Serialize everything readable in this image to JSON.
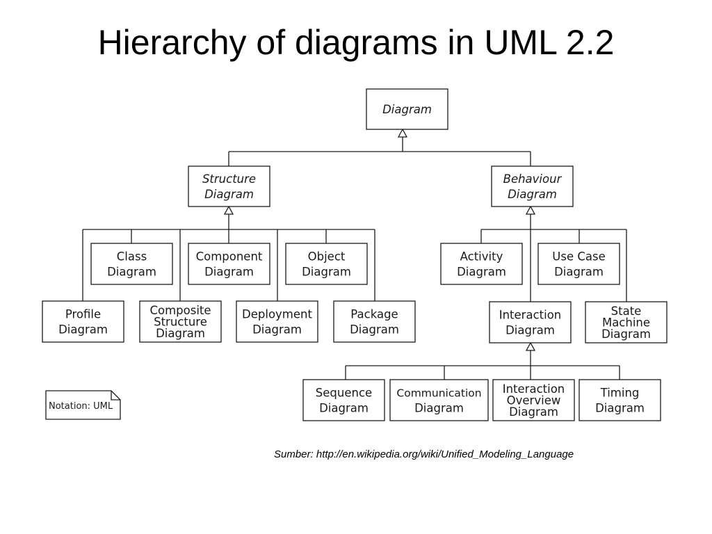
{
  "title": "Hierarchy of diagrams in UML 2.2",
  "source": "Sumber: http://en.wikipedia.org/wiki/Unified_Modeling_Language",
  "note": "Notation: UML",
  "nodes": {
    "diagram": [
      "Diagram"
    ],
    "structure": [
      "Structure",
      "Diagram"
    ],
    "behaviour": [
      "Behaviour",
      "Diagram"
    ],
    "class": [
      "Class",
      "Diagram"
    ],
    "component": [
      "Component",
      "Diagram"
    ],
    "object": [
      "Object",
      "Diagram"
    ],
    "profile": [
      "Profile",
      "Diagram"
    ],
    "composite": [
      "Composite",
      "Structure",
      "Diagram"
    ],
    "deployment": [
      "Deployment",
      "Diagram"
    ],
    "package": [
      "Package",
      "Diagram"
    ],
    "activity": [
      "Activity",
      "Diagram"
    ],
    "usecase": [
      "Use Case",
      "Diagram"
    ],
    "interaction": [
      "Interaction",
      "Diagram"
    ],
    "statemachine": [
      "State",
      "Machine",
      "Diagram"
    ],
    "sequence": [
      "Sequence",
      "Diagram"
    ],
    "communication": [
      "Communication",
      "Diagram"
    ],
    "interactionoverview": [
      "Interaction",
      "Overview",
      "Diagram"
    ],
    "timing": [
      "Timing",
      "Diagram"
    ]
  }
}
